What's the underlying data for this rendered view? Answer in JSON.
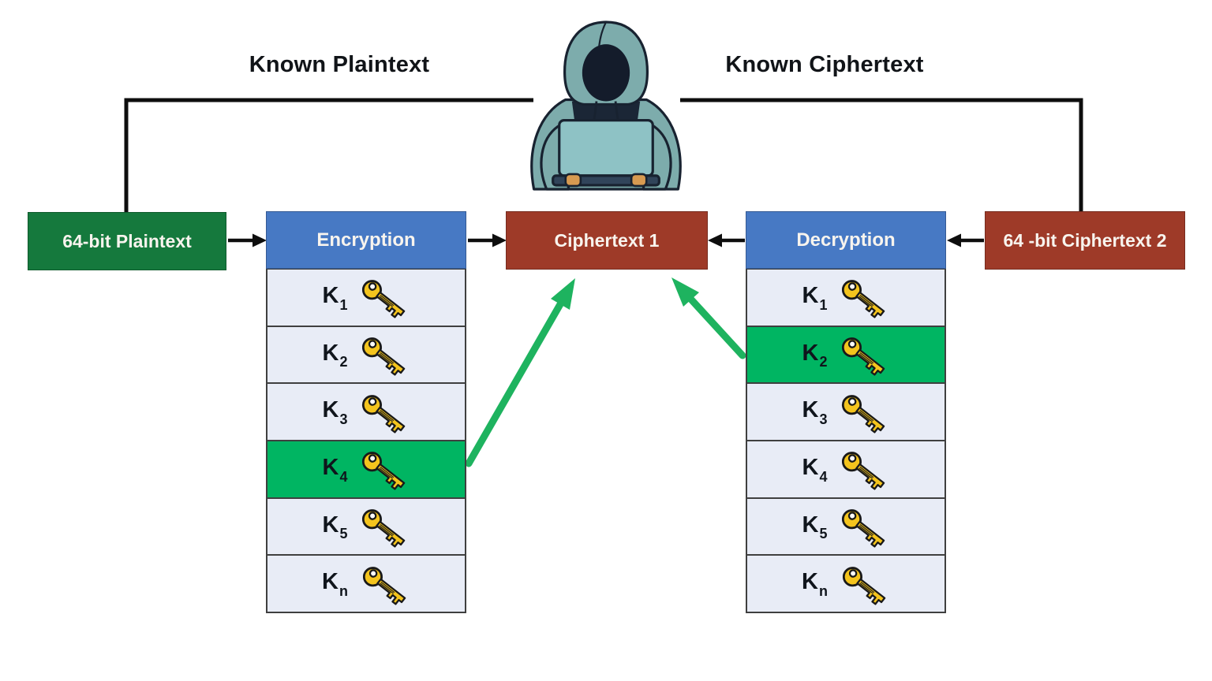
{
  "title_labels": {
    "left": "Known Plaintext",
    "right": "Known Ciphertext"
  },
  "boxes": {
    "plaintext": {
      "label": "64-bit Plaintext",
      "color": "#15793d"
    },
    "encryption": {
      "label": "Encryption",
      "color": "#4779c4"
    },
    "ciphertext1": {
      "label": "Ciphertext 1",
      "color": "#9e3a28"
    },
    "decryption": {
      "label": "Decryption",
      "color": "#4779c4"
    },
    "ciphertext2": {
      "label": "64 -bit Ciphertext 2",
      "color": "#9e3a28"
    }
  },
  "key_columns": [
    {
      "id": "encryption-keys",
      "keys": [
        {
          "base": "K",
          "sub": "1",
          "highlighted": false
        },
        {
          "base": "K",
          "sub": "2",
          "highlighted": false
        },
        {
          "base": "K",
          "sub": "3",
          "highlighted": false
        },
        {
          "base": "K",
          "sub": "4",
          "highlighted": true
        },
        {
          "base": "K",
          "sub": "5",
          "highlighted": false
        },
        {
          "base": "K",
          "sub": "n",
          "highlighted": false
        }
      ]
    },
    {
      "id": "decryption-keys",
      "keys": [
        {
          "base": "K",
          "sub": "1",
          "highlighted": false
        },
        {
          "base": "K",
          "sub": "2",
          "highlighted": true
        },
        {
          "base": "K",
          "sub": "3",
          "highlighted": false
        },
        {
          "base": "K",
          "sub": "4",
          "highlighted": false
        },
        {
          "base": "K",
          "sub": "5",
          "highlighted": false
        },
        {
          "base": "K",
          "sub": "n",
          "highlighted": false
        }
      ]
    }
  ],
  "icons": {
    "key": "key-icon (gold key, black outline)",
    "attacker": "hooded-hacker-with-laptop-icon"
  },
  "colors": {
    "line_black": "#0e0e0e",
    "highlight_green": "#00b562",
    "arrow_green": "#1eb35f",
    "row_bg": "#e8ecf6",
    "row_border": "#3f3f3f",
    "key_gold": "#f4c41d",
    "key_outline": "#191919",
    "hoodie_teal": "#7dacac",
    "hoodie_dark": "#182230",
    "laptop_teal": "#8ec2c5"
  }
}
